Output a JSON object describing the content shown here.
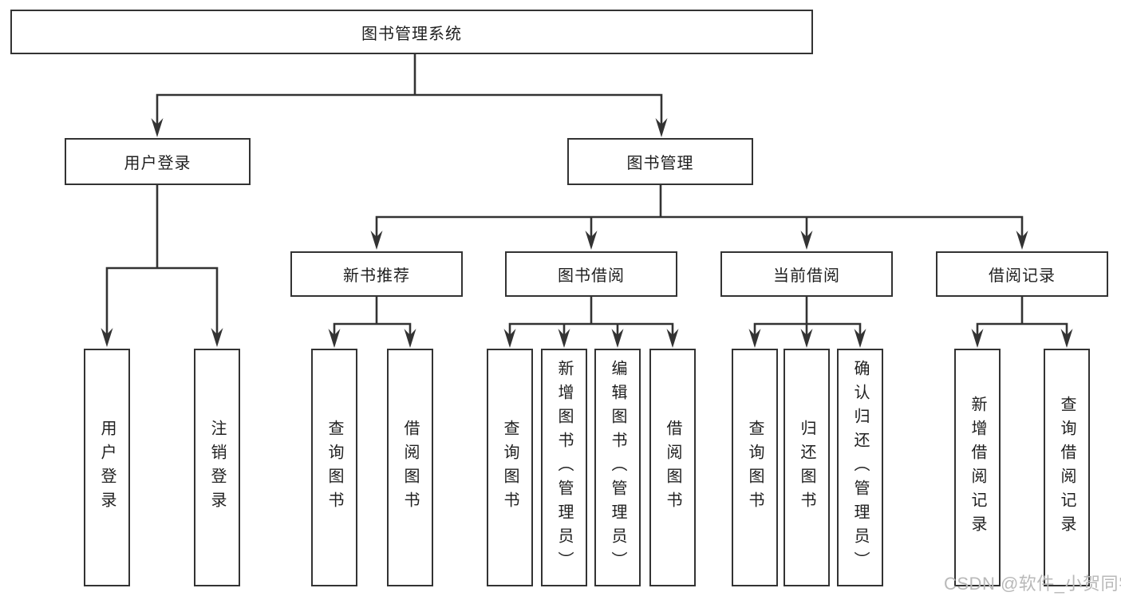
{
  "diagram": {
    "root": {
      "label": "图书管理系统"
    },
    "branches": [
      {
        "label": "用户登录",
        "children": [
          {
            "label": "用户登录"
          },
          {
            "label": "注销登录"
          }
        ]
      },
      {
        "label": "图书管理",
        "children": [
          {
            "label": "新书推荐",
            "children": [
              {
                "label": "查询图书"
              },
              {
                "label": "借阅图书"
              }
            ]
          },
          {
            "label": "图书借阅",
            "children": [
              {
                "label": "查询图书"
              },
              {
                "label": "新增图书（管理员）"
              },
              {
                "label": "编辑图书（管理员）"
              },
              {
                "label": "借阅图书"
              }
            ]
          },
          {
            "label": "当前借阅",
            "children": [
              {
                "label": "查询图书"
              },
              {
                "label": "归还图书"
              },
              {
                "label": "确认归还（管理员）"
              }
            ]
          },
          {
            "label": "借阅记录",
            "children": [
              {
                "label": "新增借阅记录"
              },
              {
                "label": "查询借阅记录"
              }
            ]
          }
        ]
      }
    ]
  },
  "watermark": {
    "text": "CSDN @软件_小贺同学"
  },
  "colors": {
    "line": "#333333",
    "text": "#1f1f1f",
    "watermark": "#b9b9b9",
    "background": "#ffffff"
  }
}
